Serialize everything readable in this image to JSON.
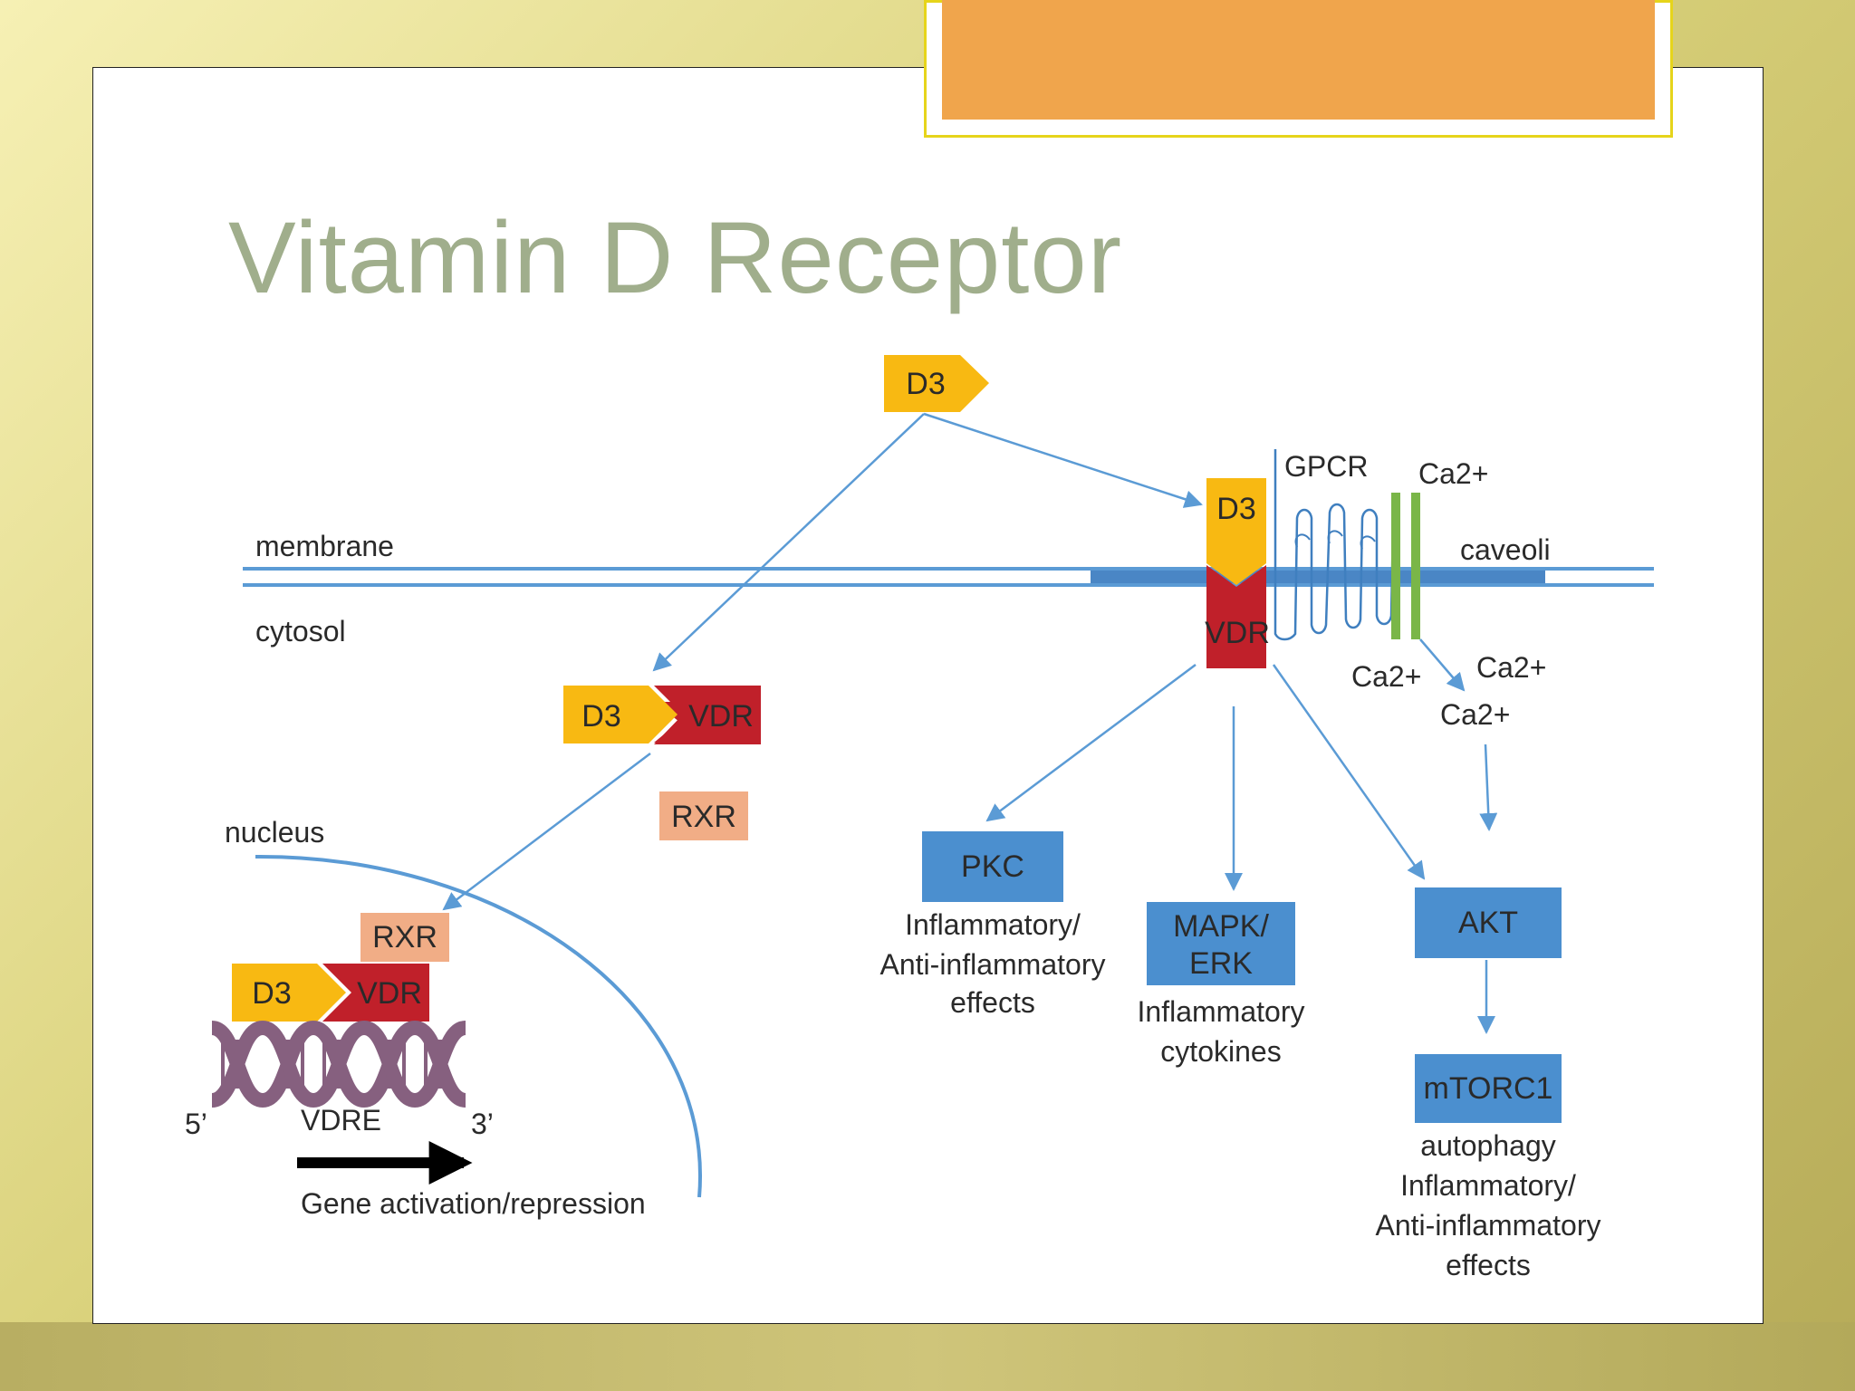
{
  "slide": {
    "title": "Vitamin D Receptor"
  },
  "colors": {
    "d3": "#f8b912",
    "vdr": "#c0202a",
    "rxr": "#f1ad86",
    "blue_box": "#4b8fcf",
    "membrane": "#5b9bd5",
    "arrow": "#5b9bd5",
    "ca_channel": "#7ab648",
    "dna": "#86607f",
    "title": "#a0ae8c",
    "accent": "#f0a54c"
  },
  "diagram": {
    "d3_free": "D3",
    "membrane": "membrane",
    "cytosol": "cytosol",
    "nucleus": "nucleus",
    "complex_d3": "D3",
    "complex_vdr": "VDR",
    "rxr_free": "RXR",
    "nuclear_rxr": "RXR",
    "nuclear_d3": "D3",
    "nuclear_vdr": "VDR",
    "five_prime": "5’",
    "vdre": "VDRE",
    "three_prime": "3’",
    "gene_activation": "Gene activation/repression",
    "membrane_d3": "D3",
    "membrane_vdr": "VDR",
    "gpcr": "GPCR",
    "ca_top": "Ca2+",
    "caveoli": "caveoli",
    "ca_left": "Ca2+",
    "ca_right": "Ca2+",
    "ca_lower": "Ca2+",
    "pkc": "PKC",
    "pkc_effect_1": "Inflammatory/",
    "pkc_effect_2": "Anti-inflammatory",
    "pkc_effect_3": "effects",
    "mapk_1": "MAPK/",
    "mapk_2": "ERK",
    "mapk_effect_1": "Inflammatory",
    "mapk_effect_2": "cytokines",
    "akt": "AKT",
    "mtorc1": "mTORC1",
    "mtorc_effect_1": "autophagy",
    "mtorc_effect_2": "Inflammatory/",
    "mtorc_effect_3": "Anti-inflammatory",
    "mtorc_effect_4": "effects"
  }
}
